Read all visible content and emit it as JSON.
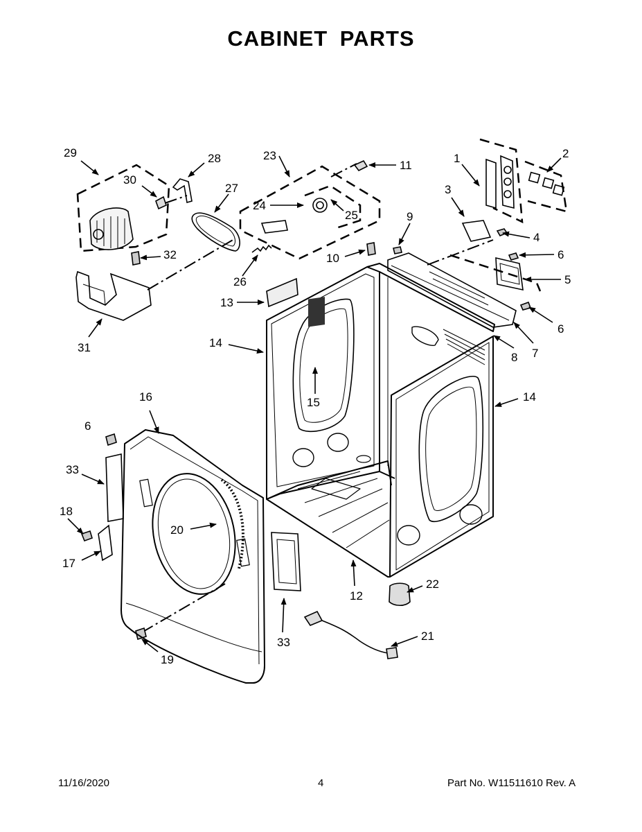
{
  "title": "CABINET PARTS",
  "footer": {
    "date": "11/16/2020",
    "page": "4",
    "part": "Part No.  W11511610  Rev.  A"
  },
  "callouts": {
    "c1": "1",
    "c2": "2",
    "c3": "3",
    "c4": "4",
    "c5": "5",
    "c6a": "6",
    "c6b": "6",
    "c6c": "6",
    "c7": "7",
    "c8": "8",
    "c9": "9",
    "c10": "10",
    "c11": "11",
    "c12": "12",
    "c13": "13",
    "c14a": "14",
    "c14b": "14",
    "c15": "15",
    "c16": "16",
    "c17": "17",
    "c18": "18",
    "c19": "19",
    "c20": "20",
    "c21": "21",
    "c22": "22",
    "c23": "23",
    "c24": "24",
    "c25": "25",
    "c26": "26",
    "c27": "27",
    "c28": "28",
    "c29": "29",
    "c30": "30",
    "c31": "31",
    "c32": "32",
    "c33a": "33",
    "c33b": "33"
  }
}
